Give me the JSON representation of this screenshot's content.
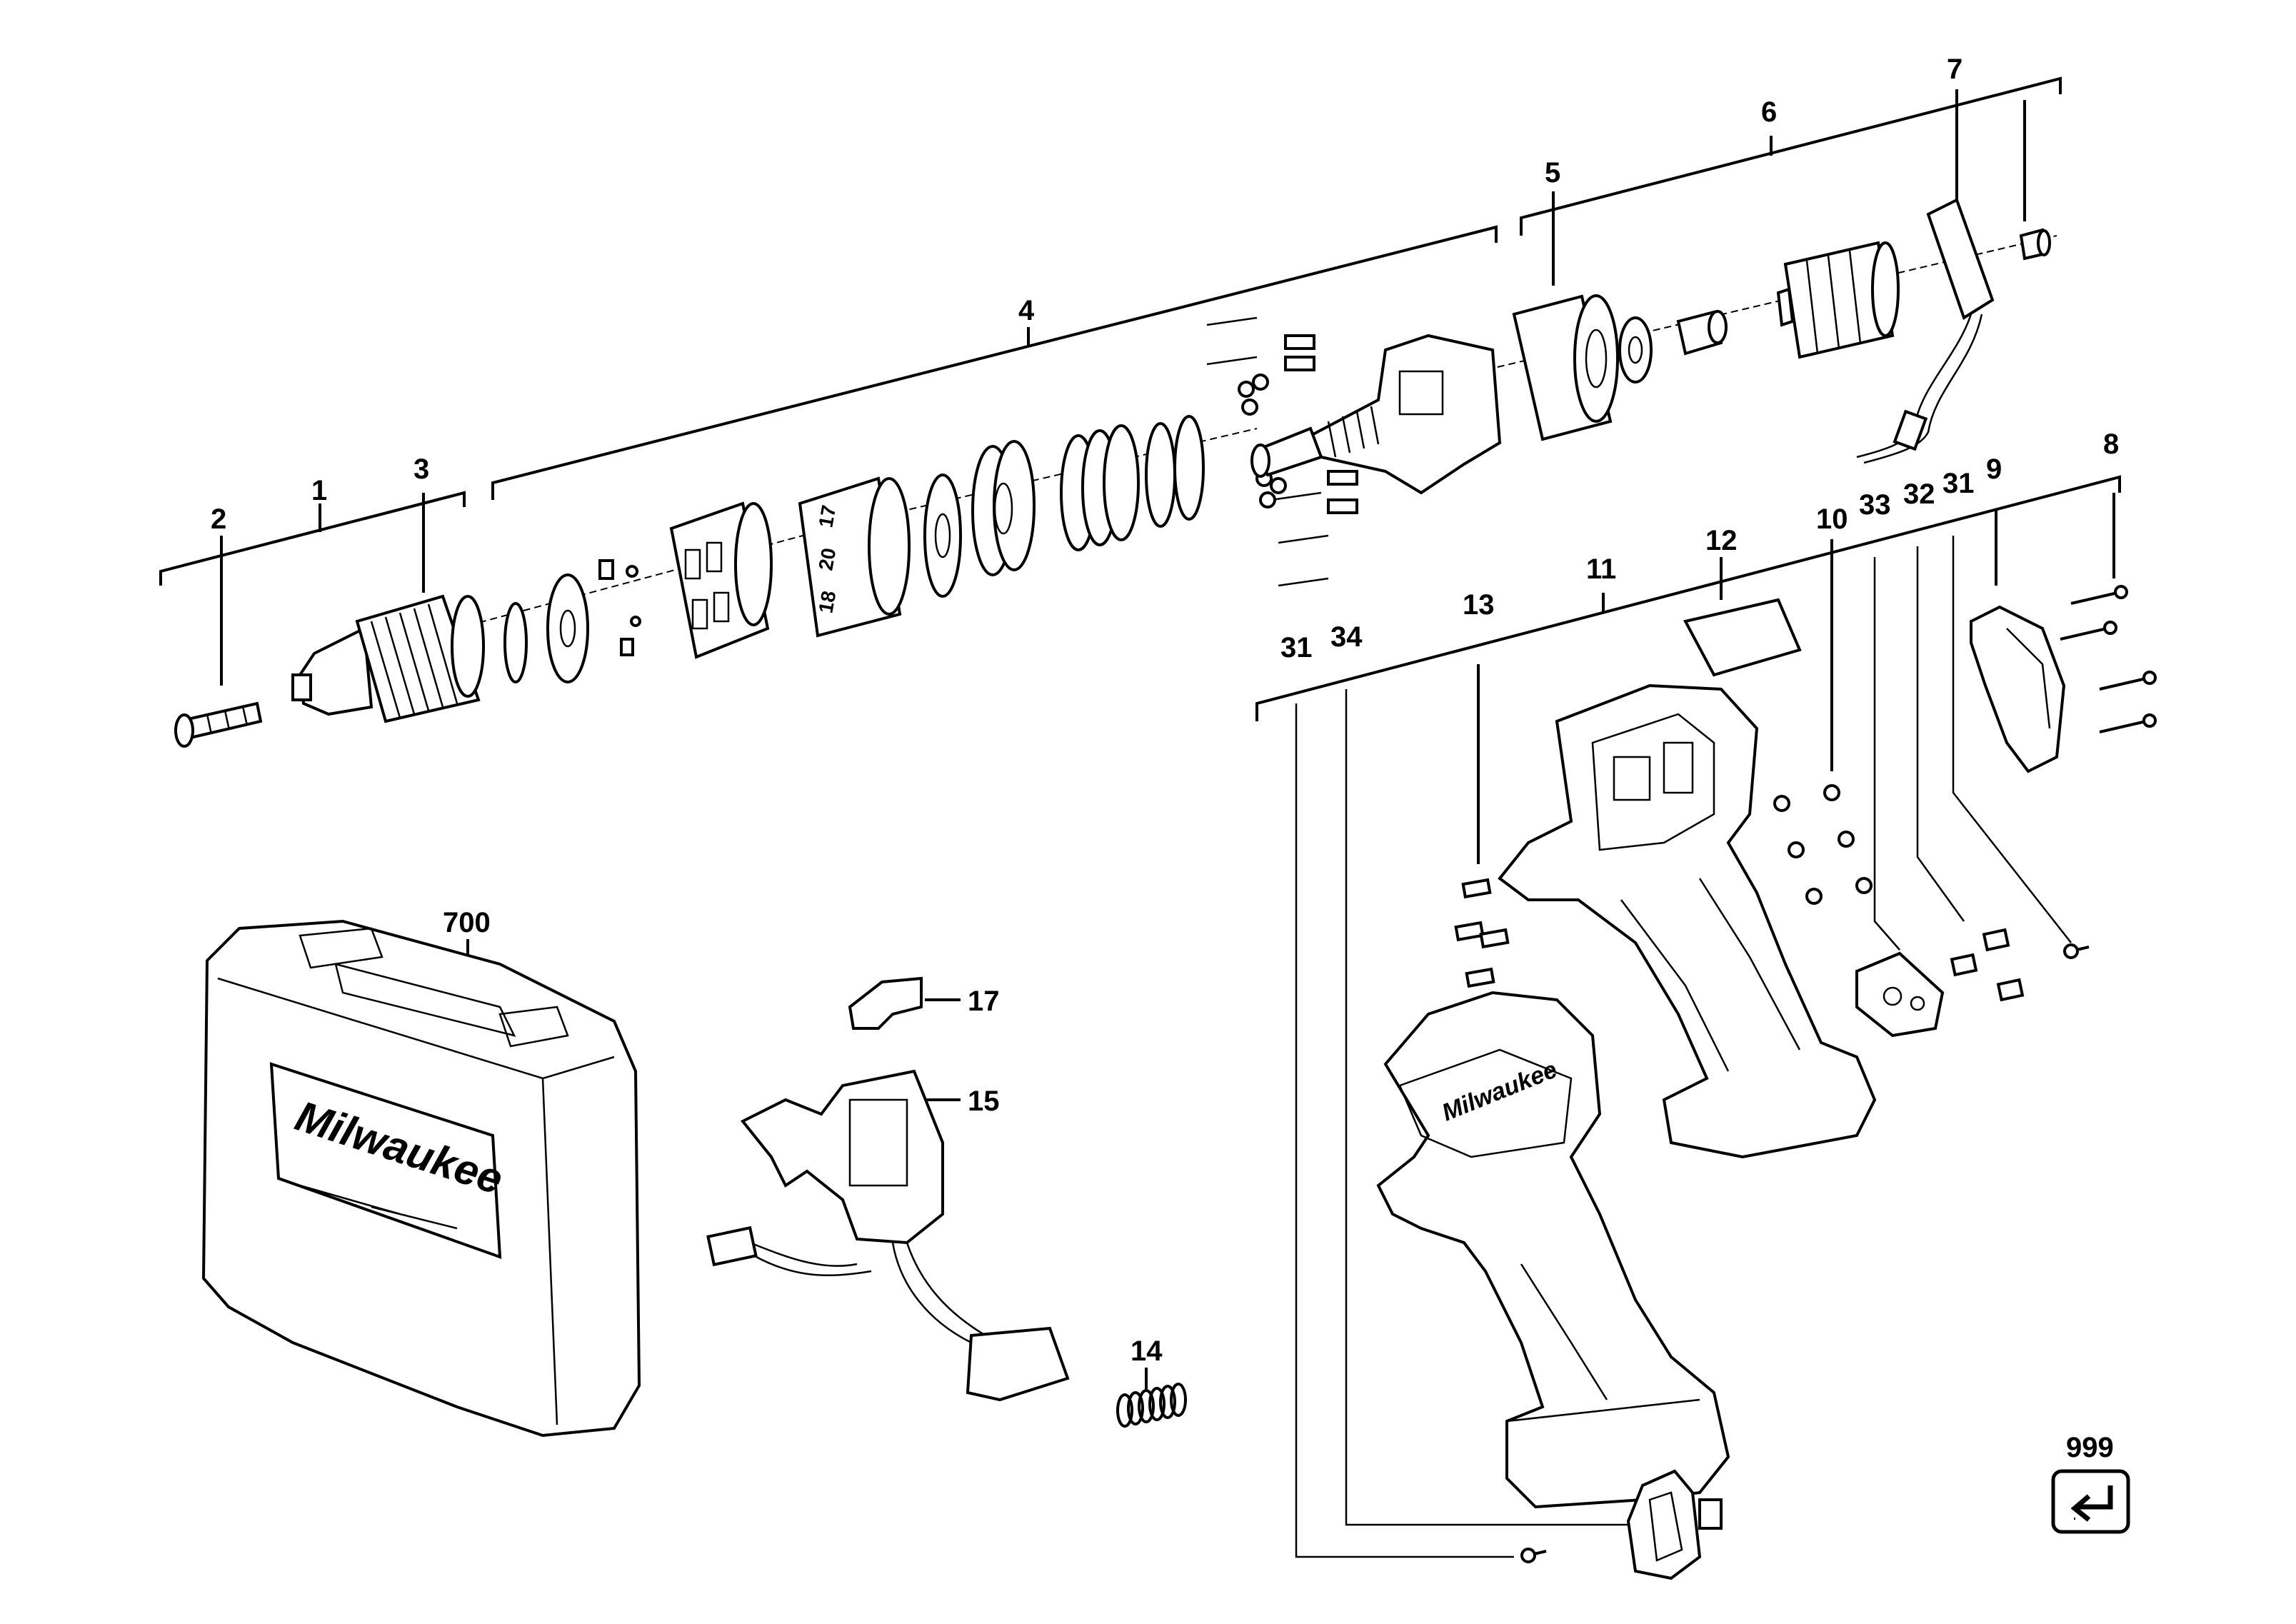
{
  "labels": {
    "l1": "1",
    "l2": "2",
    "l3": "3",
    "l4": "4",
    "l5": "5",
    "l6": "6",
    "l7": "7",
    "l8": "8",
    "l9": "9",
    "l10": "10",
    "l11": "11",
    "l12": "12",
    "l13": "13",
    "l14": "14",
    "l15": "15",
    "l17": "17",
    "l31a": "31",
    "l31b": "31",
    "l32": "32",
    "l33": "33",
    "l34": "34",
    "l700": "700",
    "l999": "999"
  },
  "brand": {
    "case_logo": "Milwaukee",
    "housing_logo": "Milwaukee"
  },
  "ring_marks": [
    "20",
    "17",
    "18"
  ],
  "icons": {
    "reference": "return-arrow-icon"
  }
}
